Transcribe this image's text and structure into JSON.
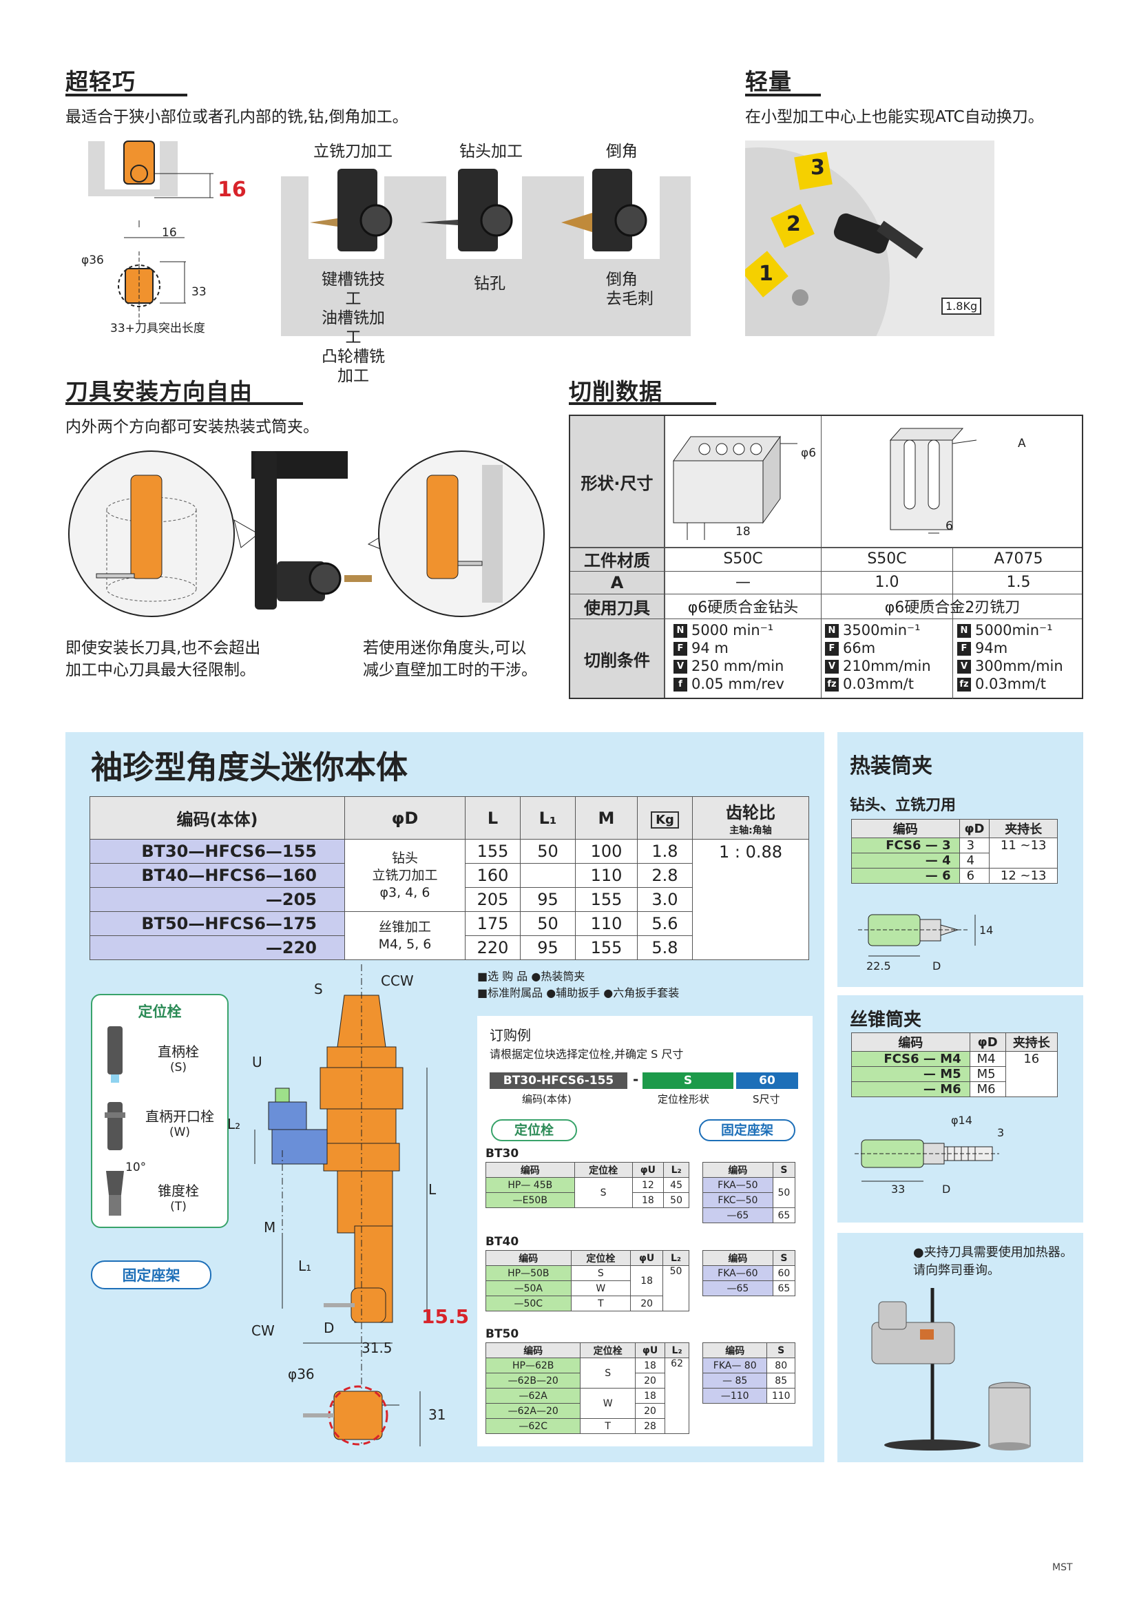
{
  "s1": {
    "title": "超轻巧",
    "desc": "最适合于狭小部位或者孔内部的铣,钻,倒角加工。",
    "dim16": "16",
    "dim16b": "16",
    "phi36": "φ36",
    "dim33": "33",
    "caption": "33+刀具突出长度",
    "ops": [
      {
        "head": "立铣刀加工",
        "lines": [
          "键槽铣技工",
          "油槽铣加工",
          "凸轮槽铣加工"
        ]
      },
      {
        "head": "钻头加工",
        "lines": [
          "钻孔"
        ]
      },
      {
        "head": "倒角",
        "lines": [
          "倒角",
          "去毛刺"
        ]
      }
    ]
  },
  "s2": {
    "title": "轻量",
    "desc": "在小型加工中心上也能实现ATC自动换刀。",
    "weight": "1.8Kg",
    "nums": [
      "3",
      "2",
      "1"
    ]
  },
  "s3": {
    "title": "刀具安装方向自由",
    "desc": "内外两个方向都可安装热装式筒夹。",
    "note1": "即使安装长刀具,也不会超出\n加工中心刀具最大径限制。",
    "note2": "若使用迷你角度头,可以\n减少直壁加工时的干涉。"
  },
  "s4": {
    "title": "切削数据",
    "row_shape": "形状·尺寸",
    "row_mat": "工件材质",
    "row_a": "A",
    "row_tool": "使用刀具",
    "row_cond": "切削条件",
    "phi6": "φ6",
    "d18": "18",
    "d6": "6",
    "la": "A",
    "mat": [
      "S50C",
      "S50C",
      "A7075"
    ],
    "a": [
      "—",
      "1.0",
      "1.5"
    ],
    "tool1": "φ6硬质合金钻头",
    "tool2": "φ6硬质合金2刃铣刀",
    "cond": [
      [
        [
          "N",
          "5000 min⁻¹"
        ],
        [
          "F",
          "94 m"
        ],
        [
          "V",
          "250 mm/min"
        ],
        [
          "f",
          "0.05 mm/rev"
        ]
      ],
      [
        [
          "N",
          "3500min⁻¹"
        ],
        [
          "F",
          "66m"
        ],
        [
          "V",
          "210mm/min"
        ],
        [
          "fz",
          "0.03mm/t"
        ]
      ],
      [
        [
          "N",
          "5000min⁻¹"
        ],
        [
          "F",
          "94m"
        ],
        [
          "V",
          "300mm/min"
        ],
        [
          "fz",
          "0.03mm/t"
        ]
      ]
    ]
  },
  "s5": {
    "title": "袖珍型角度头迷你本体",
    "hdr": {
      "code": "编码(本体)",
      "phid": "φD",
      "l": "L",
      "l1": "L₁",
      "m": "M",
      "kg": "Kg",
      "gear": "齿轮比",
      "gear_sub": "主轴:角轴"
    },
    "rows": [
      {
        "code": "BT30—HFCS6—155",
        "l": "155",
        "l1": "50",
        "m": "100",
        "kg": "1.8"
      },
      {
        "code": "BT40—HFCS6—160",
        "l": "160",
        "l1": "",
        "m": "110",
        "kg": "2.8"
      },
      {
        "code": "—205",
        "l": "205",
        "l1": "95",
        "m": "155",
        "kg": "3.0"
      },
      {
        "code": "BT50—HFCS6—175",
        "l": "175",
        "l1": "50",
        "m": "110",
        "kg": "5.6"
      },
      {
        "code": "—220",
        "l": "220",
        "l1": "95",
        "m": "155",
        "kg": "5.8"
      }
    ],
    "phid_text1": "钻头\n立铣刀加工\nφ3, 4, 6",
    "phid_text2": "丝锥加工\nM4, 5, 6",
    "gear": "1 : 0.88",
    "legend1": "■选  购  品    ●热装筒夹",
    "legend2": "■标准附属品    ●辅助扳手  ●六角扳手套装",
    "pin_title": "定位栓",
    "pins": [
      {
        "name": "直柄栓",
        "code": "(S)"
      },
      {
        "name": "直柄开口栓",
        "code": "(W)"
      },
      {
        "name": "锥度栓",
        "code": "(T)"
      }
    ],
    "fix_label": "固定座架",
    "dims": {
      "s": "S",
      "ccw": "CCW",
      "u": "U",
      "l2": "L₂",
      "l": "L",
      "m": "M",
      "l1": "L₁",
      "cw": "CW",
      "d": "D",
      "d315": "31.5",
      "d155": "15.5",
      "phi36": "φ36",
      "d31": "31",
      "deg": "10°"
    }
  },
  "order": {
    "title": "订购例",
    "desc": "请根据定位块选择定位栓,并确定 S 尺寸",
    "code": "BT30-HFCS6-155",
    "pin": "S",
    "s": "60",
    "cap1": "编码(本体)",
    "cap2": "定位栓形状",
    "cap3": "S尺寸",
    "pin_btn": "定位栓",
    "fix_btn": "固定座架",
    "groups": [
      {
        "name": "BT30",
        "pins": [
          [
            "HP— 45B",
            "S",
            "12",
            "45"
          ],
          [
            "—E50B",
            "",
            "18",
            "50"
          ]
        ],
        "fix": [
          [
            "FKA—50",
            "50"
          ],
          [
            "FKC—50",
            ""
          ],
          [
            "—65",
            "65"
          ]
        ]
      },
      {
        "name": "BT40",
        "pins": [
          [
            "HP—50B",
            "S",
            "18",
            "50"
          ],
          [
            "—50A",
            "W",
            "",
            ""
          ],
          [
            "—50C",
            "T",
            "20",
            ""
          ]
        ],
        "fix": [
          [
            "FKA—60",
            "60"
          ],
          [
            "—65",
            "65"
          ]
        ]
      },
      {
        "name": "BT50",
        "pins": [
          [
            "HP—62B",
            "S",
            "18",
            "62"
          ],
          [
            "—62B—20",
            "",
            "20",
            ""
          ],
          [
            "—62A",
            "W",
            "18",
            ""
          ],
          [
            "—62A—20",
            "",
            "20",
            ""
          ],
          [
            "—62C",
            "T",
            "28",
            ""
          ]
        ],
        "fix": [
          [
            "FKA— 80",
            "80"
          ],
          [
            "— 85",
            "85"
          ],
          [
            "—110",
            "110"
          ]
        ]
      }
    ],
    "h": {
      "code": "编码",
      "pin": "定位栓",
      "phiu": "φU",
      "l2": "L₂",
      "s": "S"
    }
  },
  "s6": {
    "title": "热装筒夹",
    "sub": "钻头、立铣刀用",
    "h": [
      "编码",
      "φD",
      "夹持长"
    ],
    "rows": [
      [
        "FCS6 — 3",
        "3",
        "11 ~13"
      ],
      [
        "— 4",
        "4",
        ""
      ],
      [
        "— 6",
        "6",
        "12 ~13"
      ]
    ],
    "d14": "14",
    "d225": "22.5",
    "dd": "D"
  },
  "s7": {
    "title": "丝锥筒夹",
    "h": [
      "编码",
      "φD",
      "夹持长"
    ],
    "rows": [
      [
        "FCS6 — M4",
        "M4",
        "16"
      ],
      [
        "— M5",
        "M5",
        ""
      ],
      [
        "— M6",
        "M6",
        ""
      ]
    ],
    "phi14": "φ14",
    "d3": "3",
    "d33": "33",
    "dd": "D"
  },
  "s8": {
    "note": "●夹持刀具需要使用加热器。\n  请向弊司垂询。"
  },
  "footer": "MST"
}
